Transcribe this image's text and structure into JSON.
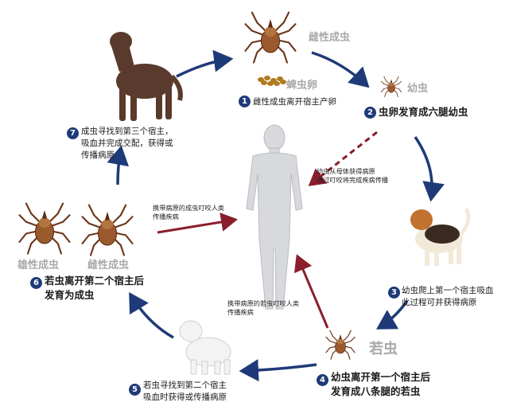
{
  "steps": [
    {
      "n": "1",
      "text": "雌性成虫离开宿主产卵"
    },
    {
      "n": "2",
      "text": "虫卵发育成六腿幼虫"
    },
    {
      "n": "3",
      "line1": "幼虫爬上第一个宿主吸血",
      "line2": "此过程可并获得病原"
    },
    {
      "n": "4",
      "line1": "幼虫离开第一个宿主后",
      "line2": "发育成八条腿的若虫"
    },
    {
      "n": "5",
      "line1": "若虫寻找到第二个宿主",
      "line2": "吸血时获得或传播病原"
    },
    {
      "n": "6",
      "line1": "若虫离开第二个宿主后",
      "line2": "发育为成虫"
    },
    {
      "n": "7",
      "line1": "成虫寻找到第三个宿主，",
      "line2": "吸血并完成交配，获得或",
      "line3": "传播病原"
    }
  ],
  "stage_labels": {
    "female_adult_top": "雌性成虫",
    "eggs": "蜱虫卵",
    "larva": "幼虫",
    "nymph": "若虫",
    "male_adult": "雄性成虫",
    "female_adult_left": "雌性成虫"
  },
  "annotations": {
    "larva_to_human": {
      "line1": "幼虫从母体获得病原",
      "line2": "通过叮咬将完成疾病传播"
    },
    "adult_to_human": {
      "line1": "携带病原的成虫叮咬人类",
      "line2": "传播疾病"
    },
    "nymph_to_human": {
      "line1": "携带病原的若虫叮咬人类",
      "line2": "传播疾病"
    }
  },
  "colors": {
    "cycle_arrow": "#1f3a78",
    "human_arrow": "#8b1d2c",
    "human_fill": "#d7d9dc",
    "tick": "#8a4a24",
    "badge": "#1f3a78"
  }
}
